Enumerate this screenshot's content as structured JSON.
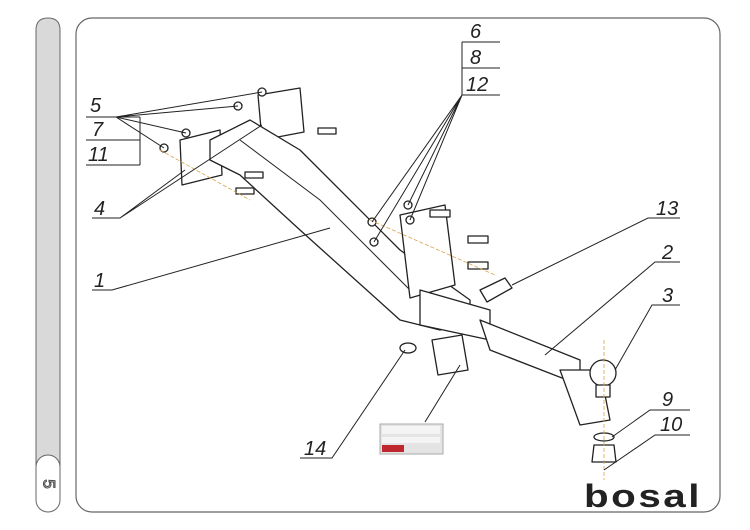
{
  "page_number": "5",
  "brand": "bosal",
  "part_labels": {
    "p1": "1",
    "p2": "2",
    "p3": "3",
    "p4": "4",
    "p5": "5",
    "p7": "7",
    "p11": "11",
    "p6": "6",
    "p8": "8",
    "p12": "12",
    "p9": "9",
    "p10": "10",
    "p13": "13",
    "p14": "14"
  },
  "colors": {
    "side_strip": "#d9d9d9",
    "frame": "#555555",
    "brand": "#222222",
    "label_plate_brand": "#c0262d"
  }
}
